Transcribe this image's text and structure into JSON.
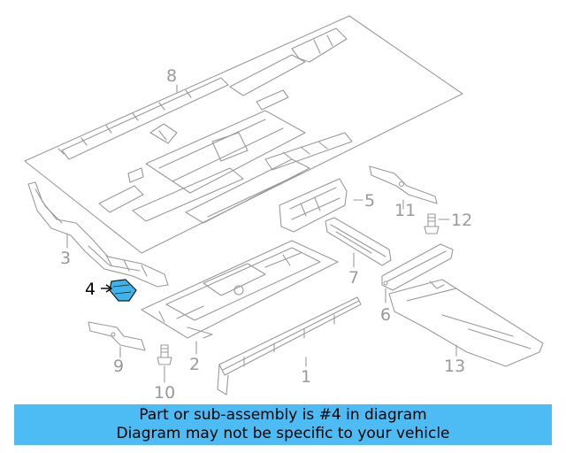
{
  "diagram": {
    "callouts": [
      {
        "id": "1",
        "label": "1"
      },
      {
        "id": "2",
        "label": "2"
      },
      {
        "id": "3",
        "label": "3"
      },
      {
        "id": "4",
        "label": "4",
        "highlight": true
      },
      {
        "id": "5",
        "label": "5"
      },
      {
        "id": "6",
        "label": "6"
      },
      {
        "id": "7",
        "label": "7"
      },
      {
        "id": "8",
        "label": "8"
      },
      {
        "id": "9",
        "label": "9"
      },
      {
        "id": "10",
        "label": "10"
      },
      {
        "id": "11",
        "label": "11"
      },
      {
        "id": "12",
        "label": "12"
      },
      {
        "id": "13",
        "label": "13"
      }
    ],
    "highlighted_part": "4"
  },
  "banner": {
    "line1": "Part or sub-assembly is #4 in diagram",
    "line2": "Diagram may not be specific to your vehicle",
    "background": "#4dbcf5"
  },
  "colors": {
    "line_art": "#9a9a9a",
    "highlight_fill": "#3fb4ea",
    "highlight_stroke": "#1a1a1a"
  }
}
